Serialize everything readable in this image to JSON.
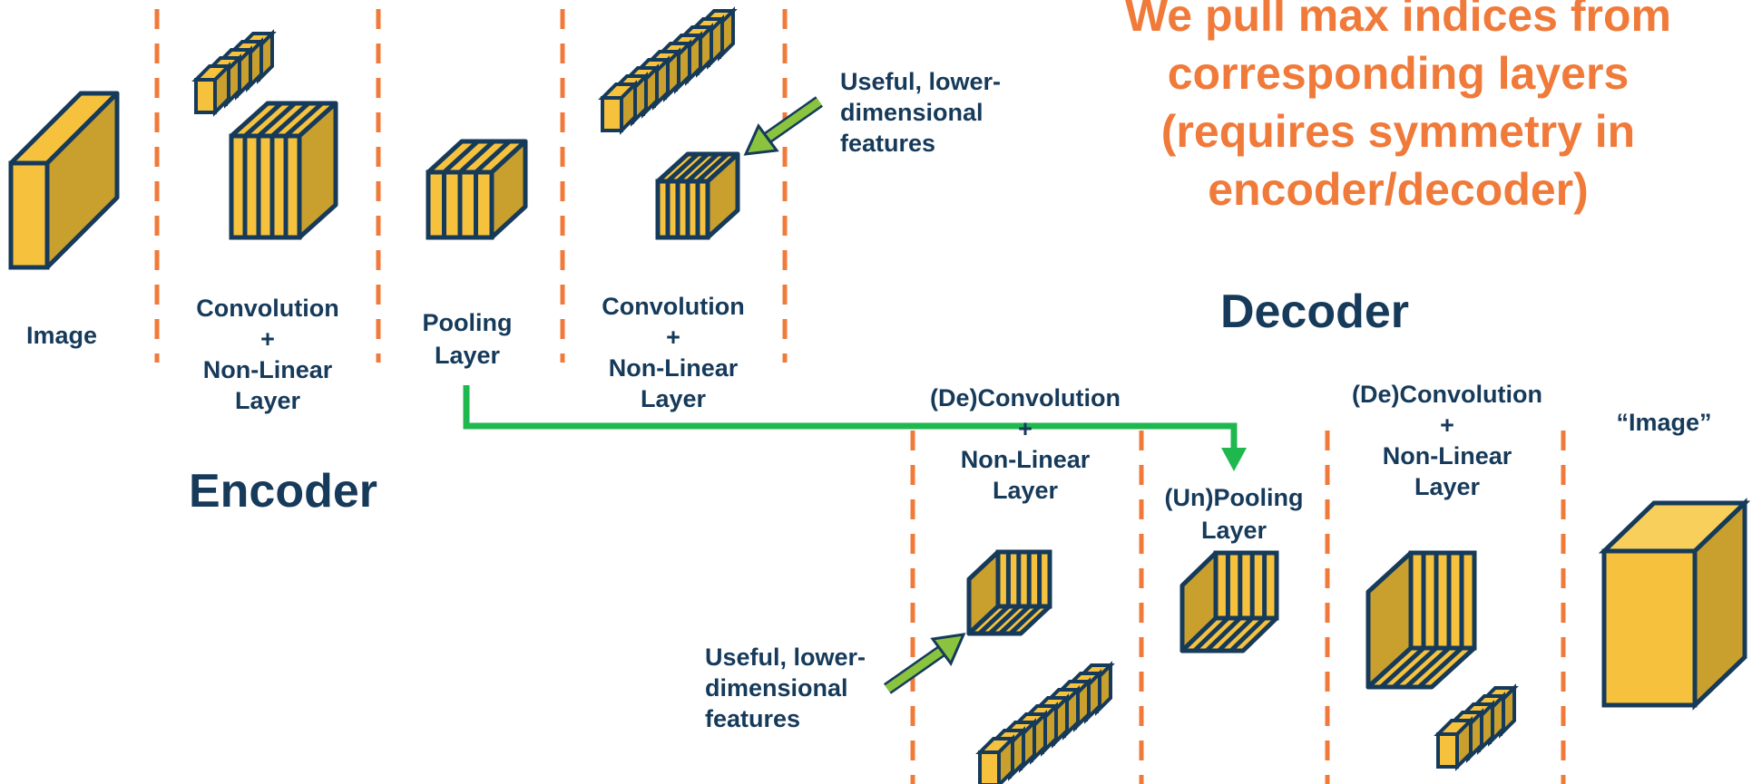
{
  "encoder": {
    "title": "Encoder",
    "image_label": "Image",
    "conv1_label": [
      "Convolution",
      "+",
      "Non-Linear",
      "Layer"
    ],
    "pool_label": [
      "Pooling",
      "Layer"
    ],
    "conv2_label": [
      "Convolution",
      "+",
      "Non-Linear",
      "Layer"
    ],
    "features_label": [
      "Useful, lower-",
      "dimensional",
      "features"
    ]
  },
  "decoder": {
    "title": "Decoder",
    "deconv1_label": [
      "(De)Convolution",
      "+",
      "Non-Linear",
      "Layer"
    ],
    "unpool_label": [
      "(Un)Pooling",
      "Layer"
    ],
    "deconv2_label": [
      "(De)Convolution",
      "+",
      "Non-Linear",
      "Layer"
    ],
    "output_label": "“Image”",
    "features_label": [
      "Useful, lower-",
      "dimensional",
      "features"
    ]
  },
  "note": [
    "We pull max indices from",
    "corresponding layers",
    "(requires symmetry in",
    "encoder/decoder)"
  ],
  "colors": {
    "cube_front": "#f6c23e",
    "cube_side": "#c9a02d",
    "cube_top": "#f6c23e",
    "outline": "#163a5a",
    "divider": "#f07a3a",
    "arrow_green": "#1fb84f",
    "arrow_light": "#8ac43f",
    "text": "#163a5a",
    "note": "#f07a3a"
  }
}
